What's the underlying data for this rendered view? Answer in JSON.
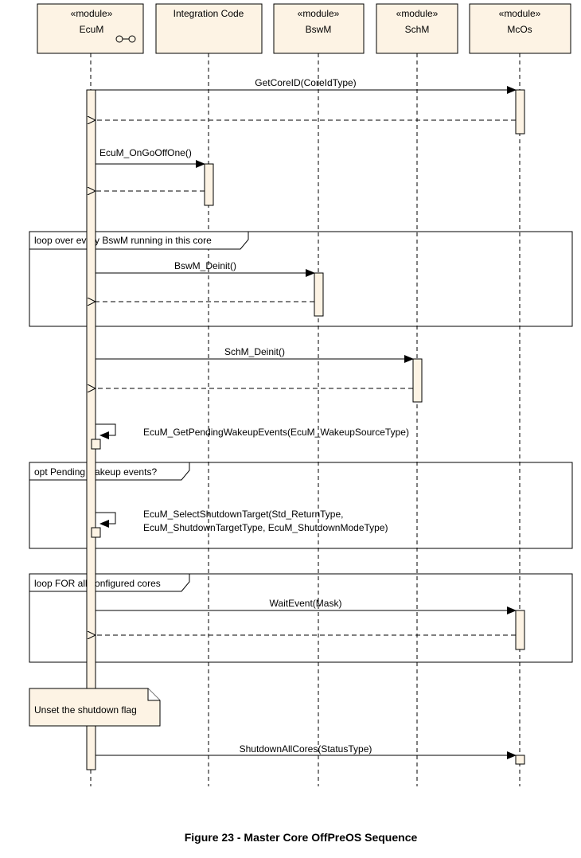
{
  "participants": [
    {
      "id": "ecum",
      "stereotype": "«module»",
      "name": "EcuM",
      "icon": "subsystem-icon"
    },
    {
      "id": "integration",
      "stereotype": "",
      "name": "Integration Code"
    },
    {
      "id": "bswm",
      "stereotype": "«module»",
      "name": "BswM"
    },
    {
      "id": "schm",
      "stereotype": "«module»",
      "name": "SchM"
    },
    {
      "id": "mcos",
      "stereotype": "«module»",
      "name": "McOs"
    }
  ],
  "messages": [
    {
      "label": "GetCoreID(CoreIdType)"
    },
    {
      "label": "EcuM_OnGoOffOne()"
    },
    {
      "label": "BswM_Deinit()"
    },
    {
      "label": "SchM_Deinit()"
    },
    {
      "label": "EcuM_GetPendingWakeupEvents(EcuM_WakeupSourceType)"
    },
    {
      "label_line1": "EcuM_SelectShutdownTarget(Std_ReturnType,",
      "label_line2": "EcuM_ShutdownTargetType, EcuM_ShutdownModeType)"
    },
    {
      "label": "WaitEvent(Mask)"
    },
    {
      "label": "ShutdownAllCores(StatusType)"
    }
  ],
  "fragments": [
    {
      "label": "loop over every BswM running in this core"
    },
    {
      "label": "opt Pending wakeup events?"
    },
    {
      "label": "loop FOR all configured cores"
    }
  ],
  "note": {
    "text": "Unset the shutdown flag"
  },
  "caption": "Figure 23 - Master Core OffPreOS Sequence",
  "colors": {
    "fill": "#fdf3e4",
    "stroke": "#000000"
  }
}
